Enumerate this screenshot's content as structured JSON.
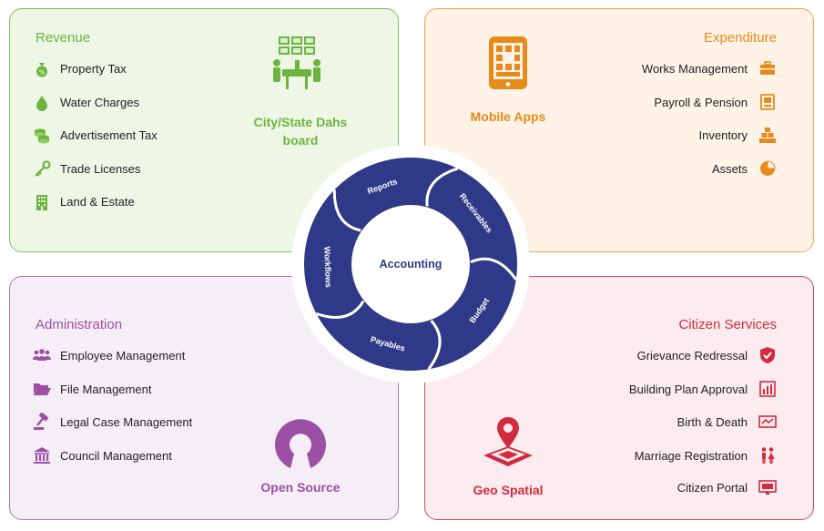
{
  "revenue": {
    "title": "Revenue",
    "items": [
      "Property Tax",
      "Water Charges",
      "Advertisement Tax",
      "Trade Licenses",
      "Land & Estate"
    ],
    "feature_line1": "City/State Dahs",
    "feature_line2": "board",
    "color": "#6cb33f"
  },
  "expenditure": {
    "title": "Expenditure",
    "items": [
      "Works Management",
      "Payroll & Pension",
      "Inventory",
      "Assets"
    ],
    "feature": "Mobile Apps",
    "color": "#e88a1a"
  },
  "administration": {
    "title": "Administration",
    "items": [
      "Employee Management",
      "File Management",
      "Legal Case Management",
      "Council Management"
    ],
    "feature": "Open Source",
    "color": "#9b4fa5"
  },
  "citizen": {
    "title": "Citizen Services",
    "items": [
      "Grievance Redressal",
      "Building Plan Approval",
      "Birth & Death",
      "Marriage Registration",
      "Citizen Portal"
    ],
    "feature": "Geo Spatial",
    "color": "#d22b3f"
  },
  "wheel": {
    "center": "Accounting",
    "segments": [
      "Reports",
      "Receivables",
      "Budget",
      "Payables",
      "Workflows"
    ],
    "color": "#2e3a87"
  }
}
